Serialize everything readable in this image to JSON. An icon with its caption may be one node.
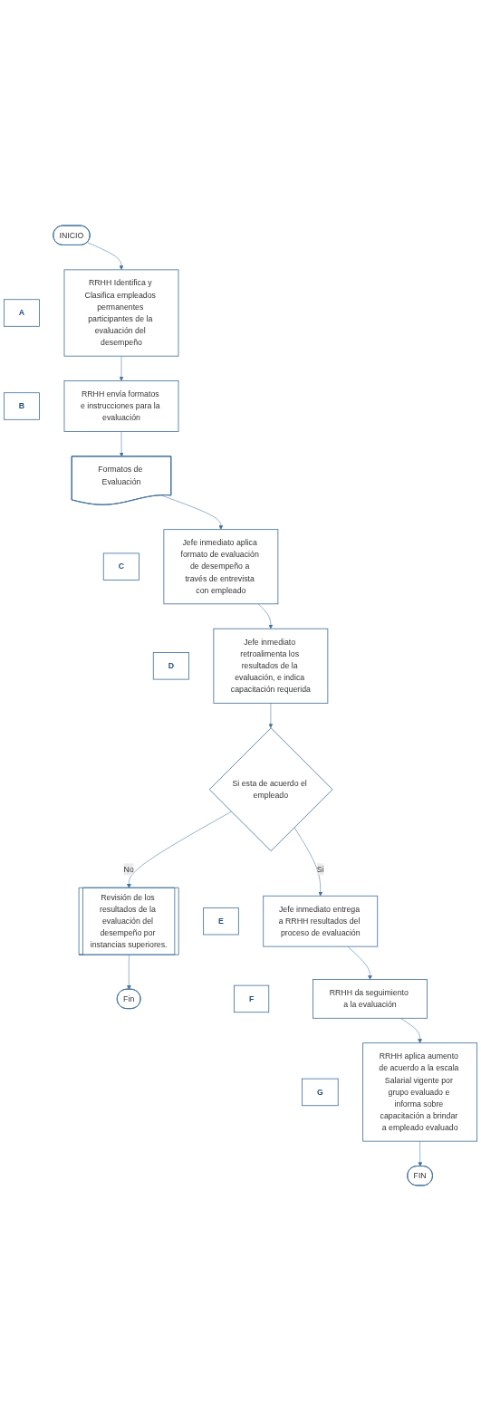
{
  "diagram": {
    "nodes": [
      {
        "text": [
          "INICIO"
        ]
      },
      {
        "text": [
          "A"
        ]
      },
      {
        "text": [
          "RRHH Identifica y Clasifica empleados permanentes participantes de la evaluación del desempeño"
        ]
      },
      {
        "text": [
          "B"
        ]
      },
      {
        "text": [
          "RRHH envía formatos e instrucciones para la evaluación"
        ]
      },
      {
        "text": [
          "Formatos de Evaluación"
        ]
      },
      {
        "text": [
          "C"
        ]
      },
      {
        "text": [
          "Jefe inmediato aplica formato de evaluación de desempeño a través de entrevista con empleado"
        ]
      },
      {
        "text": [
          "D"
        ]
      },
      {
        "text": [
          "Jefe inmediato retroalimenta los resultados de la evaluación, e indica capacitación requerida"
        ]
      },
      {
        "text": [
          "Si esta de acuerdo el empleado"
        ]
      },
      {
        "text": [
          "Revisión de los resultados de la evaluación del desempeño por instancias superiores."
        ]
      },
      {
        "text": [
          "Fin"
        ]
      },
      {
        "text": [
          "E"
        ]
      },
      {
        "text": [
          "Jefe inmediato entrega a RRHH resultados del proceso de evaluación"
        ]
      },
      {
        "text": [
          "F"
        ]
      },
      {
        "text": [
          "RRHH da seguimiento a la evaluación"
        ]
      },
      {
        "text": [
          "G"
        ]
      },
      {
        "text": [
          "RRHH aplica aumento de acuerdo a la escala Salarial vigente por grupo evaluado e informa sobre capacitación a brindar a empleado evaluado"
        ]
      },
      {
        "text": [
          "FIN"
        ]
      }
    ],
    "edges": [
      {
        "from": 0,
        "to": 2,
        "arrow": "to"
      },
      {
        "from": 2,
        "to": 4,
        "arrow": "to"
      },
      {
        "from": 4,
        "to": 5,
        "arrow": "to"
      },
      {
        "from": 5,
        "to": 7,
        "arrow": "to"
      },
      {
        "from": 7,
        "to": 9,
        "arrow": "to"
      },
      {
        "from": 9,
        "to": 10,
        "arrow": "to"
      },
      {
        "from": 10,
        "to": 11,
        "arrow": "to",
        "label": "No"
      },
      {
        "from": 11,
        "to": 12,
        "arrow": "to"
      },
      {
        "from": 10,
        "to": 14,
        "arrow": "to",
        "label": "Si"
      },
      {
        "from": 14,
        "to": 16,
        "arrow": "to"
      },
      {
        "from": 16,
        "to": 18,
        "arrow": "to"
      },
      {
        "from": 18,
        "to": 19,
        "arrow": "to"
      }
    ]
  }
}
